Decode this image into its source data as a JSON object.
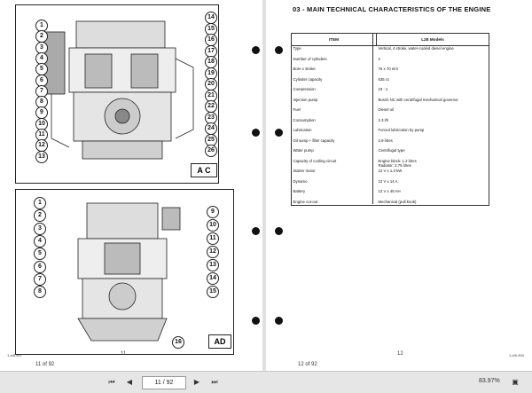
{
  "left_page": {
    "diagram_top": {
      "label": "A C",
      "callouts_left": [
        "1",
        "2",
        "3",
        "4",
        "5",
        "6",
        "7",
        "8",
        "9",
        "10",
        "11",
        "12",
        "13"
      ],
      "callouts_right": [
        "14",
        "15",
        "16",
        "17",
        "18",
        "19",
        "20",
        "21",
        "22",
        "23",
        "24",
        "25",
        "26"
      ]
    },
    "diagram_bottom": {
      "label": "AD",
      "callouts_left": [
        "1",
        "2",
        "3",
        "4",
        "5",
        "6",
        "7",
        "8"
      ],
      "callouts_right": [
        "9",
        "10",
        "11",
        "12",
        "13",
        "14",
        "15",
        "16"
      ]
    },
    "ref_code": "1-4/8.907",
    "page_center_num": "11",
    "page_footer": "11 of 92"
  },
  "right_page": {
    "section_title": "03 - MAIN TECHNICAL CHARACTERISTICS OF THE ENGINE",
    "table": {
      "headers": [
        "ITEM",
        "L2E Models"
      ],
      "rows": [
        [
          "Type",
          "Vertical, 4 stroke, water-cooled diesel engine"
        ],
        [
          "Number of cylinders",
          "2"
        ],
        [
          "Bore x stroke",
          "76 x 70 mm"
        ],
        [
          "Cylinder capacity",
          "635 cc"
        ],
        [
          "Compression",
          "23 : 1"
        ],
        [
          "Injection pump",
          "Bosch NC with centrifugal mechanical governor"
        ],
        [
          "Fuel",
          "Diesel oil"
        ],
        [
          "Consumption",
          "2.3 l/h"
        ],
        [
          "Lubrication",
          "Forced lubrication by pump"
        ],
        [
          "Oil sump + filter capacity",
          "2.9 litres"
        ],
        [
          "Water pump",
          "Centrifugal type"
        ],
        [
          "Capacity of cooling circuit",
          "Engine block: 1.2 litres\nRadiator: 2.75 litres"
        ],
        [
          "Starter motor",
          "12 V x 1.3 kW"
        ],
        [
          "Dynamo",
          "12 V x 14 A"
        ],
        [
          "Battery",
          "12 V x 45 AH"
        ],
        [
          "Engine cut-out",
          "Mechanical (pull knob)"
        ]
      ]
    },
    "ref_code": "1-4/0.904",
    "page_center_num": "12",
    "page_footer": "12 of 92"
  },
  "toolbar": {
    "first_icon": "first-page-icon",
    "prev_icon": "previous-page-icon",
    "page_value": "11 / 92",
    "next_icon": "next-page-icon",
    "last_icon": "last-page-icon",
    "zoom": "83.97%"
  }
}
